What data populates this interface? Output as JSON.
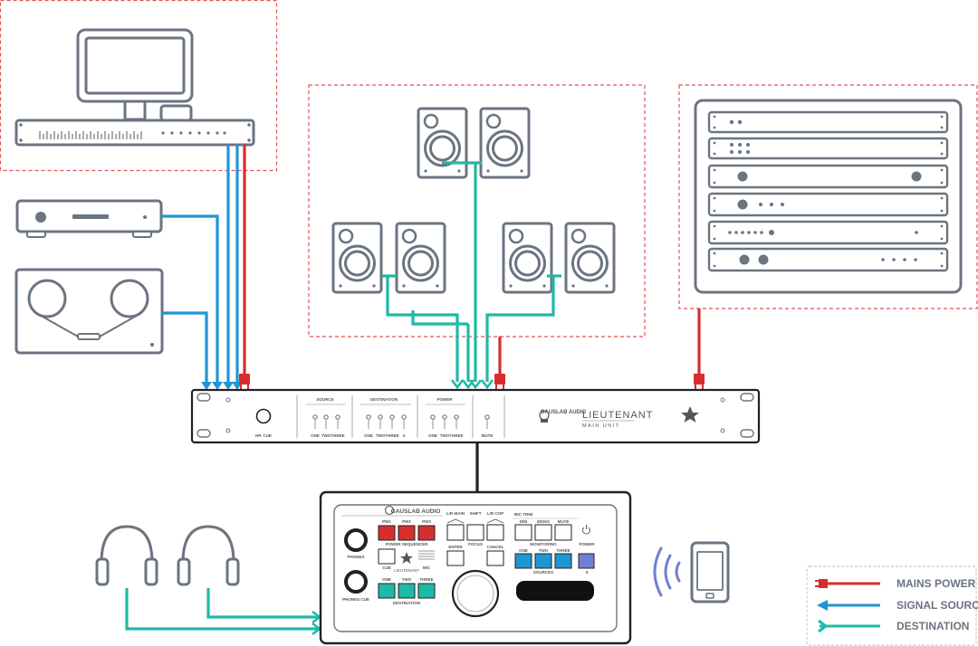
{
  "colors": {
    "mains_power": "#d62e2e",
    "signal_source": "#1e96d2",
    "destination": "#1fb9a8",
    "device_outline": "#6b7480",
    "zone_border": "#e05555",
    "cable_dark": "#222222"
  },
  "main_unit": {
    "logo_text": "GAUSLAB AUDIO",
    "name": "LIEUTENANT",
    "subname": "MAIN UNIT",
    "hp_cue": "HP. CUE",
    "source_header": "SOURCE",
    "destination_header": "DESTINATION",
    "power_header": "POWER",
    "mute": "MUTE",
    "source_labels": [
      "ONE",
      "TWO",
      "THREE"
    ],
    "destination_labels": [
      "ONE",
      "TWO",
      "THREE",
      "4"
    ],
    "power_labels": [
      "ONE",
      "TWO",
      "THREE"
    ]
  },
  "controller": {
    "logo_text": "GAUSLAB AUDIO",
    "power_sequencer": "POWER SEQUENCER",
    "pwr_labels": [
      "PW1",
      "PW2",
      "PW3"
    ],
    "phones": "PHONES",
    "phones_cue": "PHONES CUE",
    "cue": "CUE",
    "dest_labels": [
      "ONE",
      "TWO",
      "THREE"
    ],
    "destination": "DESTINATION",
    "brand_small": "LIEUTENANT",
    "talkback": "MIC",
    "focus_labels": [
      "L/R MAIN",
      "SHIFT",
      "L/R COP"
    ],
    "focus": "FOCUS",
    "enter": "ENTER",
    "cancel": "CANCEL",
    "mic_trim": "MIC TRIM",
    "monitoring_labels": [
      "DIM",
      "MONO",
      "MUTE"
    ],
    "monitoring": "MONITORING",
    "power": "POWER",
    "source_labels": [
      "ONE",
      "TWO",
      "THREE"
    ],
    "sources": "SOURCES",
    "s_label": "S"
  },
  "legend": {
    "items": [
      {
        "label": "MAINS POWER",
        "color": "#d62e2e",
        "kind": "plug"
      },
      {
        "label": "SIGNAL SOURCE",
        "color": "#1e96d2",
        "kind": "arrow"
      },
      {
        "label": "DESTINATION",
        "color": "#1fb9a8",
        "kind": "chevron"
      }
    ]
  }
}
